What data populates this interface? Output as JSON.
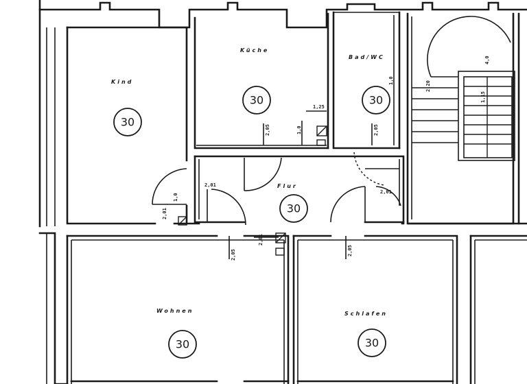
{
  "rooms": {
    "kind": {
      "label": "Kind",
      "number": "30"
    },
    "kueche": {
      "label": "Küche",
      "number": "30"
    },
    "bad": {
      "label": "Bad/WC",
      "number": "30"
    },
    "flur": {
      "label": "Flur",
      "number": "30"
    },
    "wohnen": {
      "label": "Wohnen",
      "number": "30"
    },
    "schlafen": {
      "label": "Schlafen",
      "number": "30"
    }
  },
  "dimensions": {
    "kueche_door": "2,05",
    "kueche_sill": "1,25",
    "kueche_side": "1,0",
    "bad_door": "2,05",
    "bad_side": "1,0",
    "kind_door": "2,01",
    "kind_side": "1,0",
    "flur_left": "2,01",
    "flur_right": "2,01",
    "wohnen_door": "2,05",
    "wohnen_side": "2,01",
    "schlafen_door": "2,05",
    "stair_1": "2,20",
    "stair_2": "1,15",
    "stair_3": "4,0"
  },
  "colors": {
    "line": "#1a1a1a",
    "paper": "#ffffff"
  }
}
